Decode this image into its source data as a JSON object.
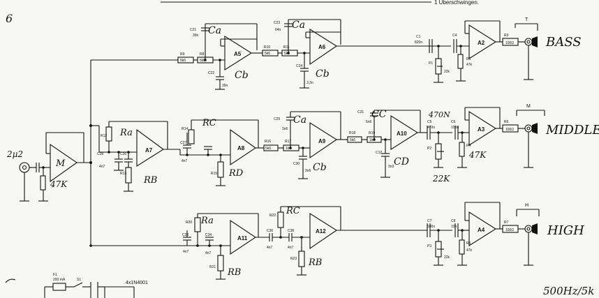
{
  "header": {
    "top_note": "1 Überschwingen."
  },
  "figure_number": "6",
  "input": {
    "capacitor": "2μ2",
    "resistor": "47K"
  },
  "opamps": {
    "input_buffer": "M",
    "bass": [
      "A5",
      "A6",
      "A2"
    ],
    "middle": [
      "A7",
      "A8",
      "A9",
      "A10",
      "A3"
    ],
    "high": [
      "A11",
      "A12",
      "A4"
    ]
  },
  "components": {
    "bass": {
      "c21": "C21",
      "c21v": "39n",
      "r9": "R9",
      "r9v": "5k6",
      "r8": "R8",
      "r8v": "5k6",
      "c22": "C22",
      "c22v": "39n",
      "r10": "R10",
      "r10v": "5k6",
      "r11": "R11",
      "r11v": "5k6",
      "c23": "C23",
      "c23v": "64n",
      "c24": "C24",
      "c24v": "3,3n",
      "c1": "C1",
      "c1v": "820n",
      "c4": "C4",
      "p1": "P1",
      "p1v": "22k",
      "r1": "R1",
      "r1v": "47k",
      "r3": "R3",
      "r3v": "100Ω"
    },
    "middle": {
      "r12": "R12",
      "c28": "C28",
      "c28v": "4n7",
      "c26": "C26",
      "r13": "R13",
      "r14": "R14",
      "c27": "C27",
      "c27v": "4n7",
      "r15": "R15",
      "r16": "R16",
      "r16v": "5k6",
      "r17": "R17",
      "r17v": "1k6",
      "c29": "C29",
      "c29v": "3n6",
      "c30": "C30",
      "c30v": "3n6",
      "r18": "R18",
      "r18v": "5k6",
      "r19": "R19",
      "r19v": "1k6",
      "c31": "C31",
      "c31v": "5n6",
      "c12": "C12",
      "c12v": "3n3",
      "c5": "C5",
      "c5v": "470n",
      "c6": "C6",
      "c6v": "100n",
      "p2": "P2",
      "r4": "R4",
      "r4v": "47k",
      "r6": "R6",
      "r6v": "100Ω"
    },
    "high": {
      "r20": "R20",
      "c33": "C33",
      "c33v": "4n7",
      "c34": "C34",
      "c34v": "4n7",
      "r21": "R21",
      "r22": "R22",
      "c36": "C36",
      "c36v": "4n7",
      "c38": "C38",
      "c38v": "4n7",
      "r23": "R23",
      "c7": "C7",
      "c7v": "100n",
      "c8": "C8",
      "c8v": "10n",
      "p3": "P3",
      "p3v": "22k",
      "r5": "R5",
      "r5v": "47k",
      "r7": "R7",
      "r7v": "100Ω"
    },
    "power": {
      "fuse": "F1",
      "fuse_value": "200 mA",
      "diodes": "4x1N4001",
      "switch": "S1"
    }
  },
  "annotations": {
    "bass_label": "BASS",
    "bass_marker": "T",
    "middle_label": "MIDDLE",
    "middle_marker": "M",
    "middle_cap": "470N",
    "middle_pot": "22K",
    "middle_r": "47K",
    "high_label": "HIGH",
    "high_marker": "H",
    "bottom_note": "500Hz/5k",
    "ca": "Ca",
    "cb": "Cb",
    "cc": "CC",
    "cd": "CD",
    "ra": "Ra",
    "rb": "RB",
    "rc": "RC",
    "rd": "RD"
  }
}
